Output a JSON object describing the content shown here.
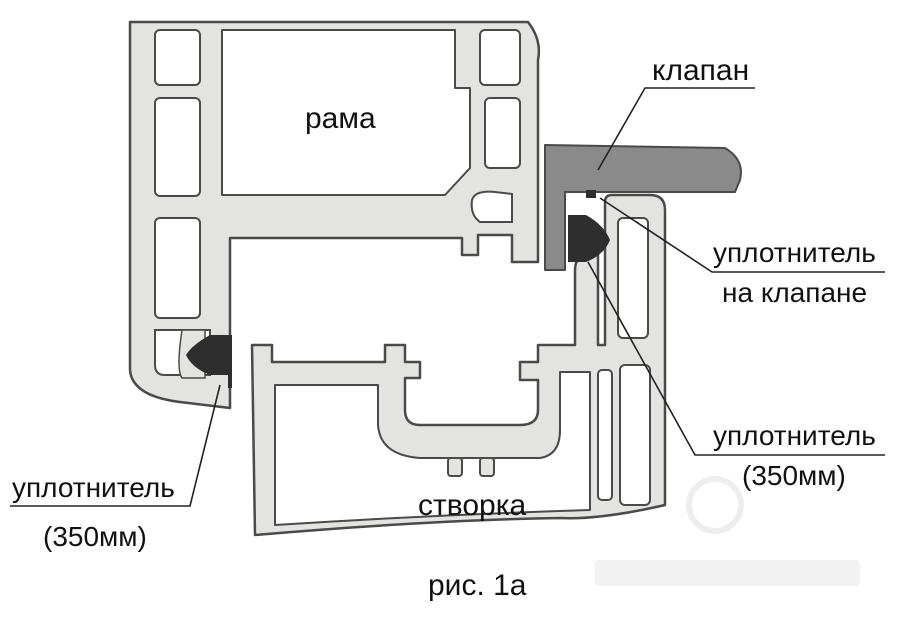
{
  "labels": {
    "frame": "рама",
    "sash": "створка",
    "valve": "клапан",
    "seal_on_valve_line1": "уплотнитель",
    "seal_on_valve_line2": "на клапане",
    "seal_right_line1": "уплотнитель",
    "seal_right_line2": "(350мм)",
    "seal_left_line1": "уплотнитель",
    "seal_left_line2": "(350мм)",
    "caption": "рис. 1а"
  },
  "colors": {
    "profile_fill": "#e3e3e1",
    "profile_stroke": "#4a4a4a",
    "valve_fill": "#8a8a8a",
    "seal_fill": "#2e2e2e",
    "text": "#111111"
  }
}
